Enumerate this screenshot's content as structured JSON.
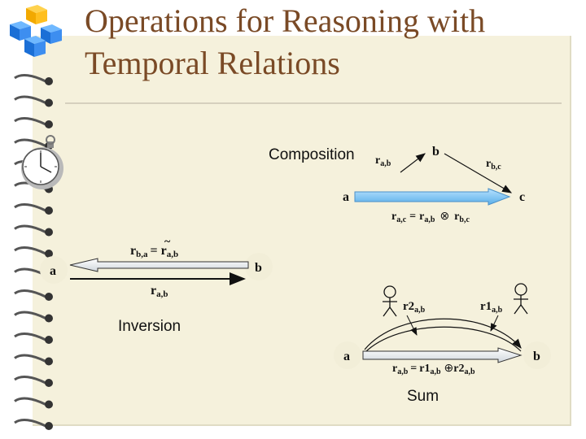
{
  "slide": {
    "title_line1": "Operations for Reasoning with",
    "title_line2": "Temporal Relations",
    "composition_label": "Composition",
    "inversion_label": "Inversion",
    "sum_label": "Sum",
    "nodes": {
      "a": "a",
      "b": "b",
      "c": "c"
    },
    "composition": {
      "r_ab": "r",
      "r_ab_sub": "a,b",
      "r_bc": "r",
      "r_bc_sub": "b,c",
      "eq_r": "r",
      "eq_r_sub": "a,c",
      "eq_eq": "=",
      "eq_r2": "r",
      "eq_r2_sub": "a,b",
      "eq_op": "⊗",
      "eq_r3": "r",
      "eq_r3_sub": "b,c"
    },
    "inversion": {
      "r_ba": "r",
      "r_ba_sub": "b,a",
      "eq": "=",
      "r_tilde": "r",
      "r_tilde_sub": "a,b",
      "tilde": "~",
      "r_ab": "r",
      "r_ab_sub": "a,b"
    },
    "sum": {
      "r2": "r2",
      "r2_sub": "a,b",
      "r1": "r1",
      "r1_sub": "a,b",
      "eq_r": "r",
      "eq_r_sub": "a,b",
      "eq_eq": "=",
      "eq_r1": "r1",
      "eq_r1_sub": "a,b",
      "eq_op": "⊕",
      "eq_r2": "r2",
      "eq_r2_sub": "a,b"
    },
    "colors": {
      "title": "#7a4a26",
      "arrow_fill": "#7fc4f4",
      "paper": "#f5f1dc"
    }
  }
}
